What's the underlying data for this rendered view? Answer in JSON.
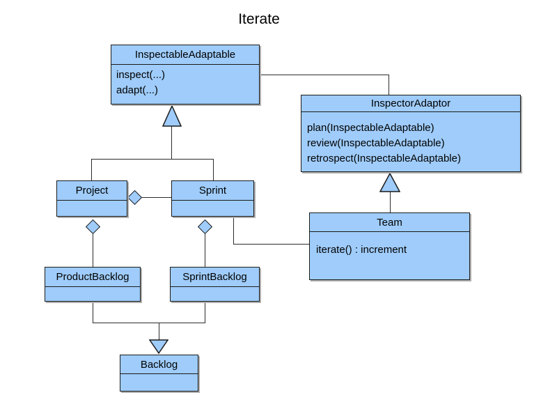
{
  "title": "Iterate",
  "colors": {
    "box_fill": "#9FCCFA",
    "box_border": "#1a1a1a",
    "connector": "#2b2b2b",
    "shadow": "#aeaeae",
    "background": "#ffffff",
    "text": "#000000"
  },
  "classes": [
    {
      "name": "InspectableAdaptable",
      "methods": [
        "inspect(...)",
        "adapt(...)"
      ]
    },
    {
      "name": "InspectorAdaptor",
      "methods": [
        "plan(InspectableAdaptable)",
        "review(InspectableAdaptable)",
        "retrospect(InspectableAdaptable)"
      ]
    },
    {
      "name": "Project",
      "methods": []
    },
    {
      "name": "Sprint",
      "methods": []
    },
    {
      "name": "Team",
      "methods": [
        "iterate() : increment"
      ]
    },
    {
      "name": "ProductBacklog",
      "methods": []
    },
    {
      "name": "SprintBacklog",
      "methods": []
    },
    {
      "name": "Backlog",
      "methods": []
    }
  ],
  "relationships": [
    {
      "type": "generalization",
      "from": "Project",
      "to": "InspectableAdaptable"
    },
    {
      "type": "generalization",
      "from": "Sprint",
      "to": "InspectableAdaptable"
    },
    {
      "type": "association",
      "from": "InspectableAdaptable",
      "to": "InspectorAdaptor"
    },
    {
      "type": "aggregation",
      "owner": "Project",
      "part": "Sprint"
    },
    {
      "type": "aggregation",
      "owner": "Project",
      "part": "ProductBacklog"
    },
    {
      "type": "aggregation",
      "owner": "Sprint",
      "part": "SprintBacklog"
    },
    {
      "type": "association",
      "from": "Sprint",
      "to": "Team"
    },
    {
      "type": "generalization",
      "from": "Team",
      "to": "InspectorAdaptor"
    },
    {
      "type": "generalization",
      "from": "ProductBacklog",
      "to": "Backlog"
    },
    {
      "type": "generalization",
      "from": "SprintBacklog",
      "to": "Backlog"
    }
  ]
}
